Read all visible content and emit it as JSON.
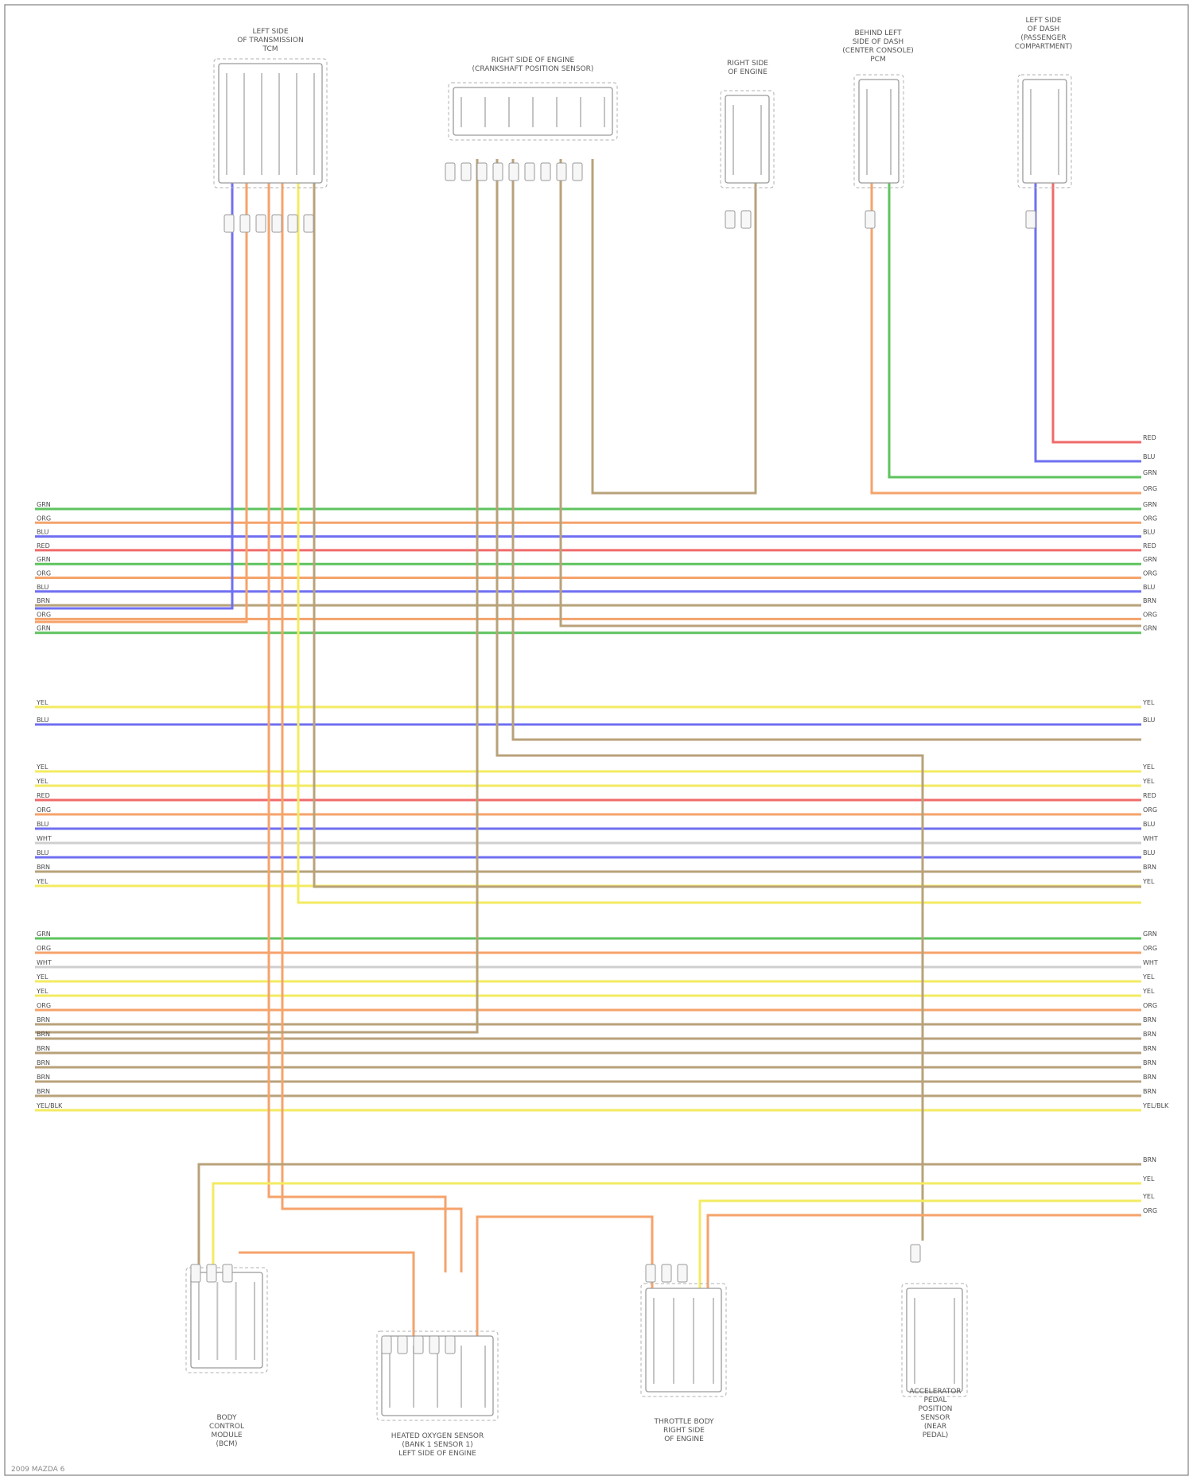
{
  "colors": {
    "GRN": "#5ec35e",
    "ORG": "#f5a36b",
    "BLU": "#6f6ff2",
    "RED": "#f06a6a",
    "YEL": "#f3eb62",
    "BRN": "#b8a27a",
    "WHT": "#cfcfcf",
    "VIO": "#b38ad8"
  },
  "components": [
    {
      "id": "c1",
      "lines": [
        "LEFT SIDE",
        "OF TRANSMISSION",
        "TCM"
      ]
    },
    {
      "id": "c2",
      "lines": [
        "RIGHT SIDE OF ENGINE",
        "(CRANKSHAFT POSITION SENSOR)"
      ]
    },
    {
      "id": "c3",
      "lines": [
        "RIGHT SIDE",
        "OF ENGINE"
      ]
    },
    {
      "id": "c4",
      "lines": [
        "BEHIND LEFT",
        "SIDE OF DASH",
        "(CENTER CONSOLE)",
        "PCM"
      ]
    },
    {
      "id": "c5",
      "lines": [
        "LEFT SIDE",
        "OF DASH",
        "(PASSENGER",
        "COMPARTMENT)"
      ]
    },
    {
      "id": "c6",
      "lines": [
        "BODY",
        "CONTROL",
        "MODULE",
        "(BCM)"
      ]
    },
    {
      "id": "c7",
      "lines": [
        "HEATED OXYGEN SENSOR",
        "(BANK 1 SENSOR 1)",
        "LEFT SIDE OF ENGINE"
      ]
    },
    {
      "id": "c8",
      "lines": [
        "THROTTLE BODY",
        "RIGHT SIDE",
        "OF ENGINE"
      ]
    },
    {
      "id": "c9",
      "lines": [
        "ACCELERATOR",
        "PEDAL",
        "POSITION",
        "SENSOR",
        "(NEAR",
        "PEDAL)"
      ]
    }
  ],
  "wire_labels": {
    "top_right": [
      "RED",
      "BLU",
      "GRN",
      "ORG"
    ],
    "group1": [
      "GRN",
      "ORG",
      "BLU",
      "RED",
      "GRN",
      "ORG",
      "BLU",
      "BRN",
      "ORG",
      "GRN"
    ],
    "group2": [
      "YEL",
      "BLU"
    ],
    "group3": [
      "YEL",
      "YEL",
      "RED",
      "ORG",
      "BLU",
      "WHT",
      "BLU",
      "BRN",
      "YEL"
    ],
    "group4": [
      "GRN",
      "ORG",
      "WHT",
      "YEL",
      "YEL",
      "ORG",
      "BRN",
      "BRN",
      "BRN",
      "BRN",
      "BRN",
      "BRN",
      "YEL/BLK"
    ],
    "bottom_right": [
      "BRN",
      "YEL",
      "YEL",
      "ORG"
    ]
  },
  "footer": {
    "text": "2009 MAZDA 6"
  }
}
